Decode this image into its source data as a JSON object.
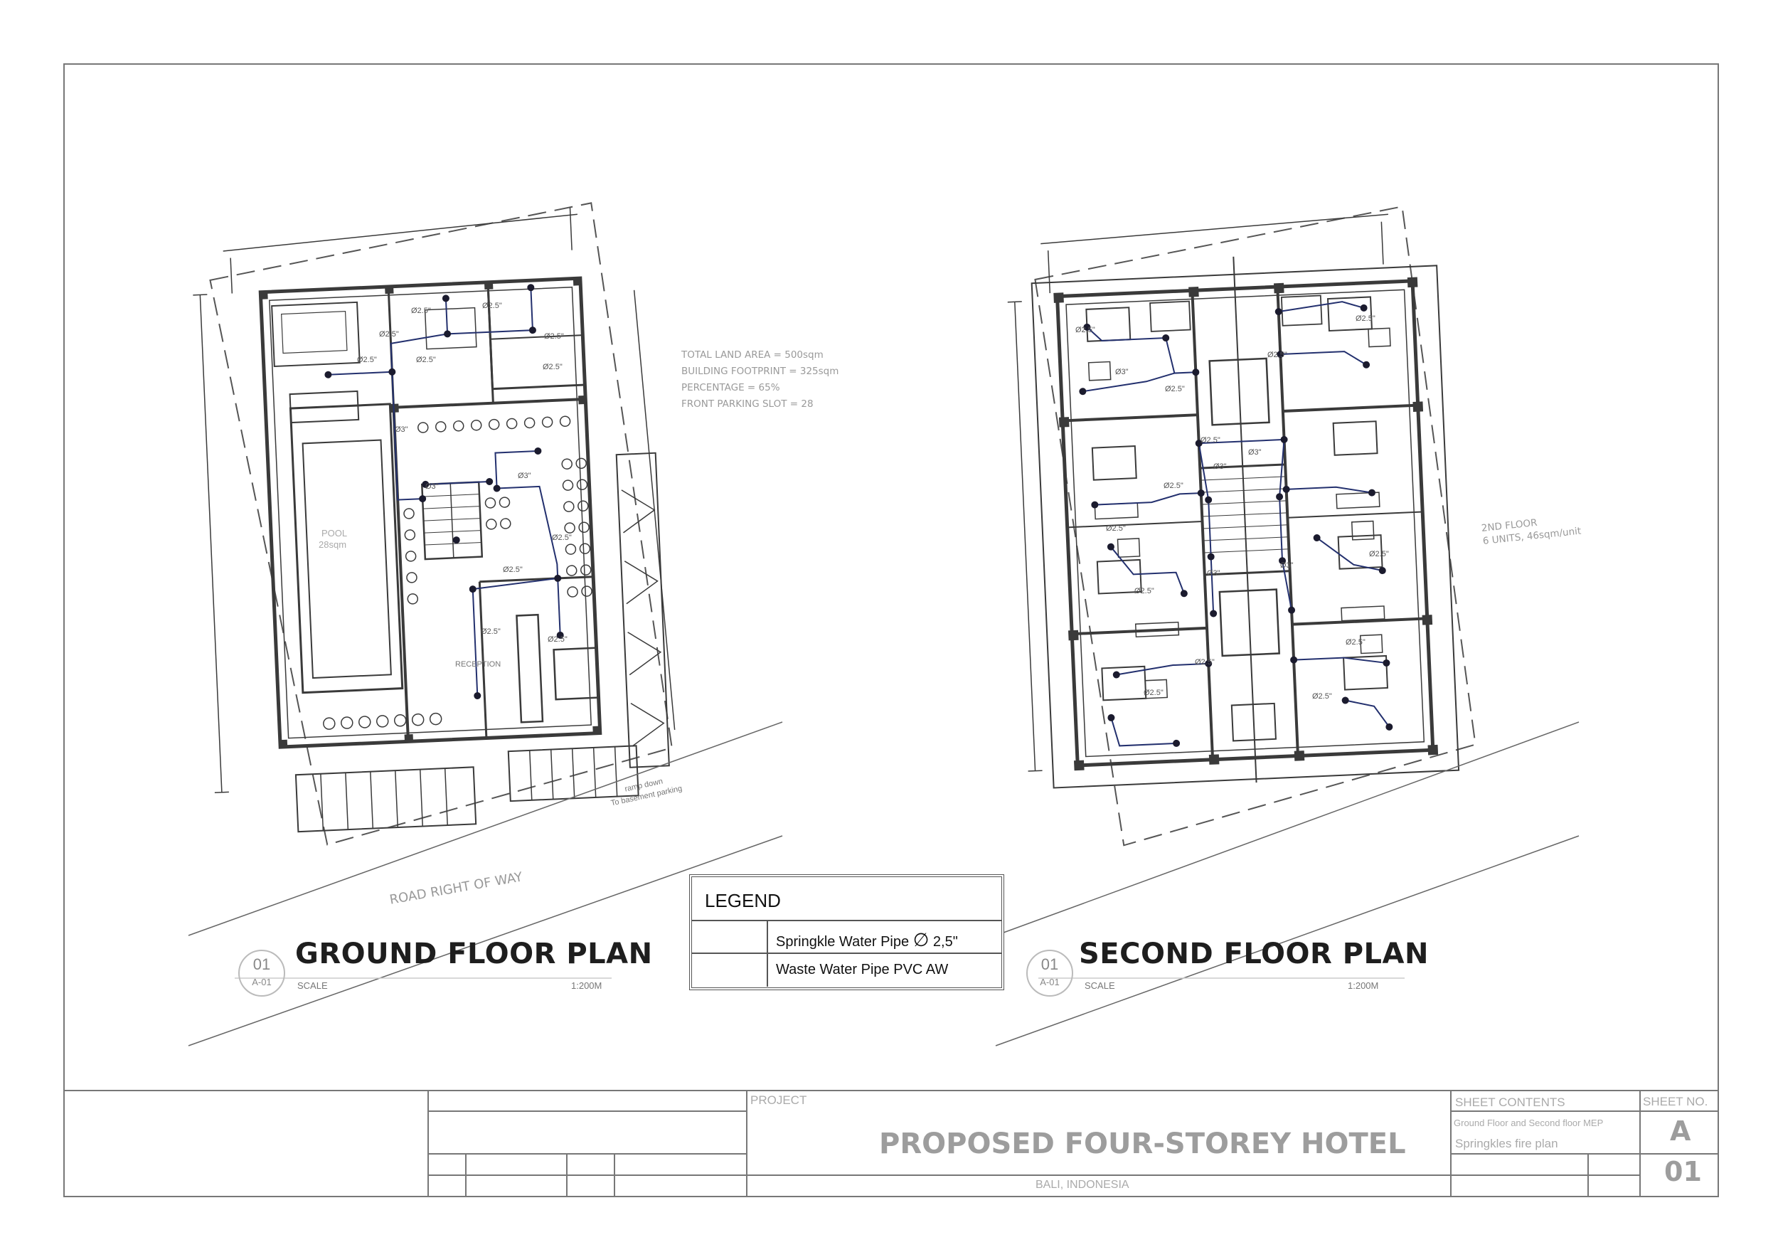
{
  "sheet": {
    "ground_plan": {
      "title": "GROUND FLOOR PLAN",
      "bubble_number": "01",
      "bubble_ref": "A-01",
      "scale_label": "SCALE",
      "scale_value": "1:200M",
      "road_label": "ROAD RIGHT OF WAY",
      "stats": [
        "TOTAL LAND AREA  = 500sqm",
        "BUILDING FOOTPRINT  = 325sqm",
        "PERCENTAGE = 65%",
        "FRONT PARKING SLOT = 28"
      ],
      "room_labels": {
        "pool": "POOL",
        "pool_area": "28sqm",
        "reception": "RECEPTION",
        "ramp_line1": "ramp down",
        "ramp_line2": "To basement parking"
      },
      "pipe_labels": [
        "Ø2.5\"",
        "Ø2.5\"",
        "Ø2.5\"",
        "Ø2.5\"",
        "Ø2.5\"",
        "Ø2.5\"",
        "Ø2.5\"",
        "Ø3\"",
        "Ø3\"",
        "Ø3\"",
        "Ø2.5\"",
        "Ø2.5\"",
        "Ø2.5\"",
        "Ø2.5\""
      ]
    },
    "second_plan": {
      "title": "SECOND FLOOR PLAN",
      "bubble_number": "01",
      "bubble_ref": "A-01",
      "scale_label": "SCALE",
      "scale_value": "1:200M",
      "floor_note_line1": "2ND FLOOR",
      "floor_note_line2": "6 UNITS, 46sqm/unit",
      "pipe_labels": [
        "Ø2.5\"",
        "Ø3\"",
        "Ø2.5\"",
        "Ø2.5\"",
        "Ø2.5\"",
        "Ø2.5\"",
        "Ø3\"",
        "Ø3\"",
        "Ø2.5\"",
        "Ø2.5\"",
        "Ø2.5\"",
        "Ø3\"",
        "Ø3\"",
        "Ø2.5\"",
        "Ø2.5\"",
        "Ø2.5\"",
        "Ø2.5\"",
        "Ø2.5\""
      ]
    },
    "legend": {
      "title": "LEGEND",
      "items": [
        {
          "symbol": "sprinkler-pipe-icon",
          "label": "Springkle Water Pipe",
          "diameter_symbol": "∅",
          "size": "2,5\""
        },
        {
          "symbol": "waste-pipe-icon",
          "label": "Waste Water Pipe PVC AW"
        }
      ]
    },
    "title_block": {
      "project_label": "PROJECT",
      "project_title": "PROPOSED FOUR-STOREY HOTEL",
      "location": "BALI, INDONESIA",
      "sheet_contents_label": "SHEET CONTENTS",
      "sheet_contents_line1": "Ground Floor and Second floor MEP",
      "sheet_contents_line2": "Springkles fire plan",
      "sheet_no_label": "SHEET NO.",
      "sheet_series": "A",
      "sheet_number": "01"
    },
    "colors": {
      "linework": "#3a3a3a",
      "pipe": "#23306e",
      "node": "#1b1b2e",
      "faint_text": "#9a9a9a"
    }
  }
}
